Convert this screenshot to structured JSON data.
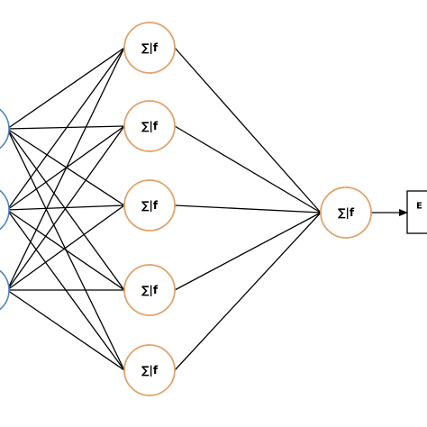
{
  "diagram": {
    "neuron_label": "∑|f",
    "output_box_label": "E",
    "colors": {
      "neuron_stroke": "#e2a36b",
      "input_stroke": "#4f86c6",
      "edge": "#000000"
    },
    "layers": {
      "input_count": 3,
      "hidden_count": 5,
      "output_count": 1
    },
    "hidden_nodes": [
      {
        "label": "∑|f"
      },
      {
        "label": "∑|f"
      },
      {
        "label": "∑|f"
      },
      {
        "label": "∑|f"
      },
      {
        "label": "∑|f"
      }
    ],
    "output_node": {
      "label": "∑|f"
    }
  }
}
